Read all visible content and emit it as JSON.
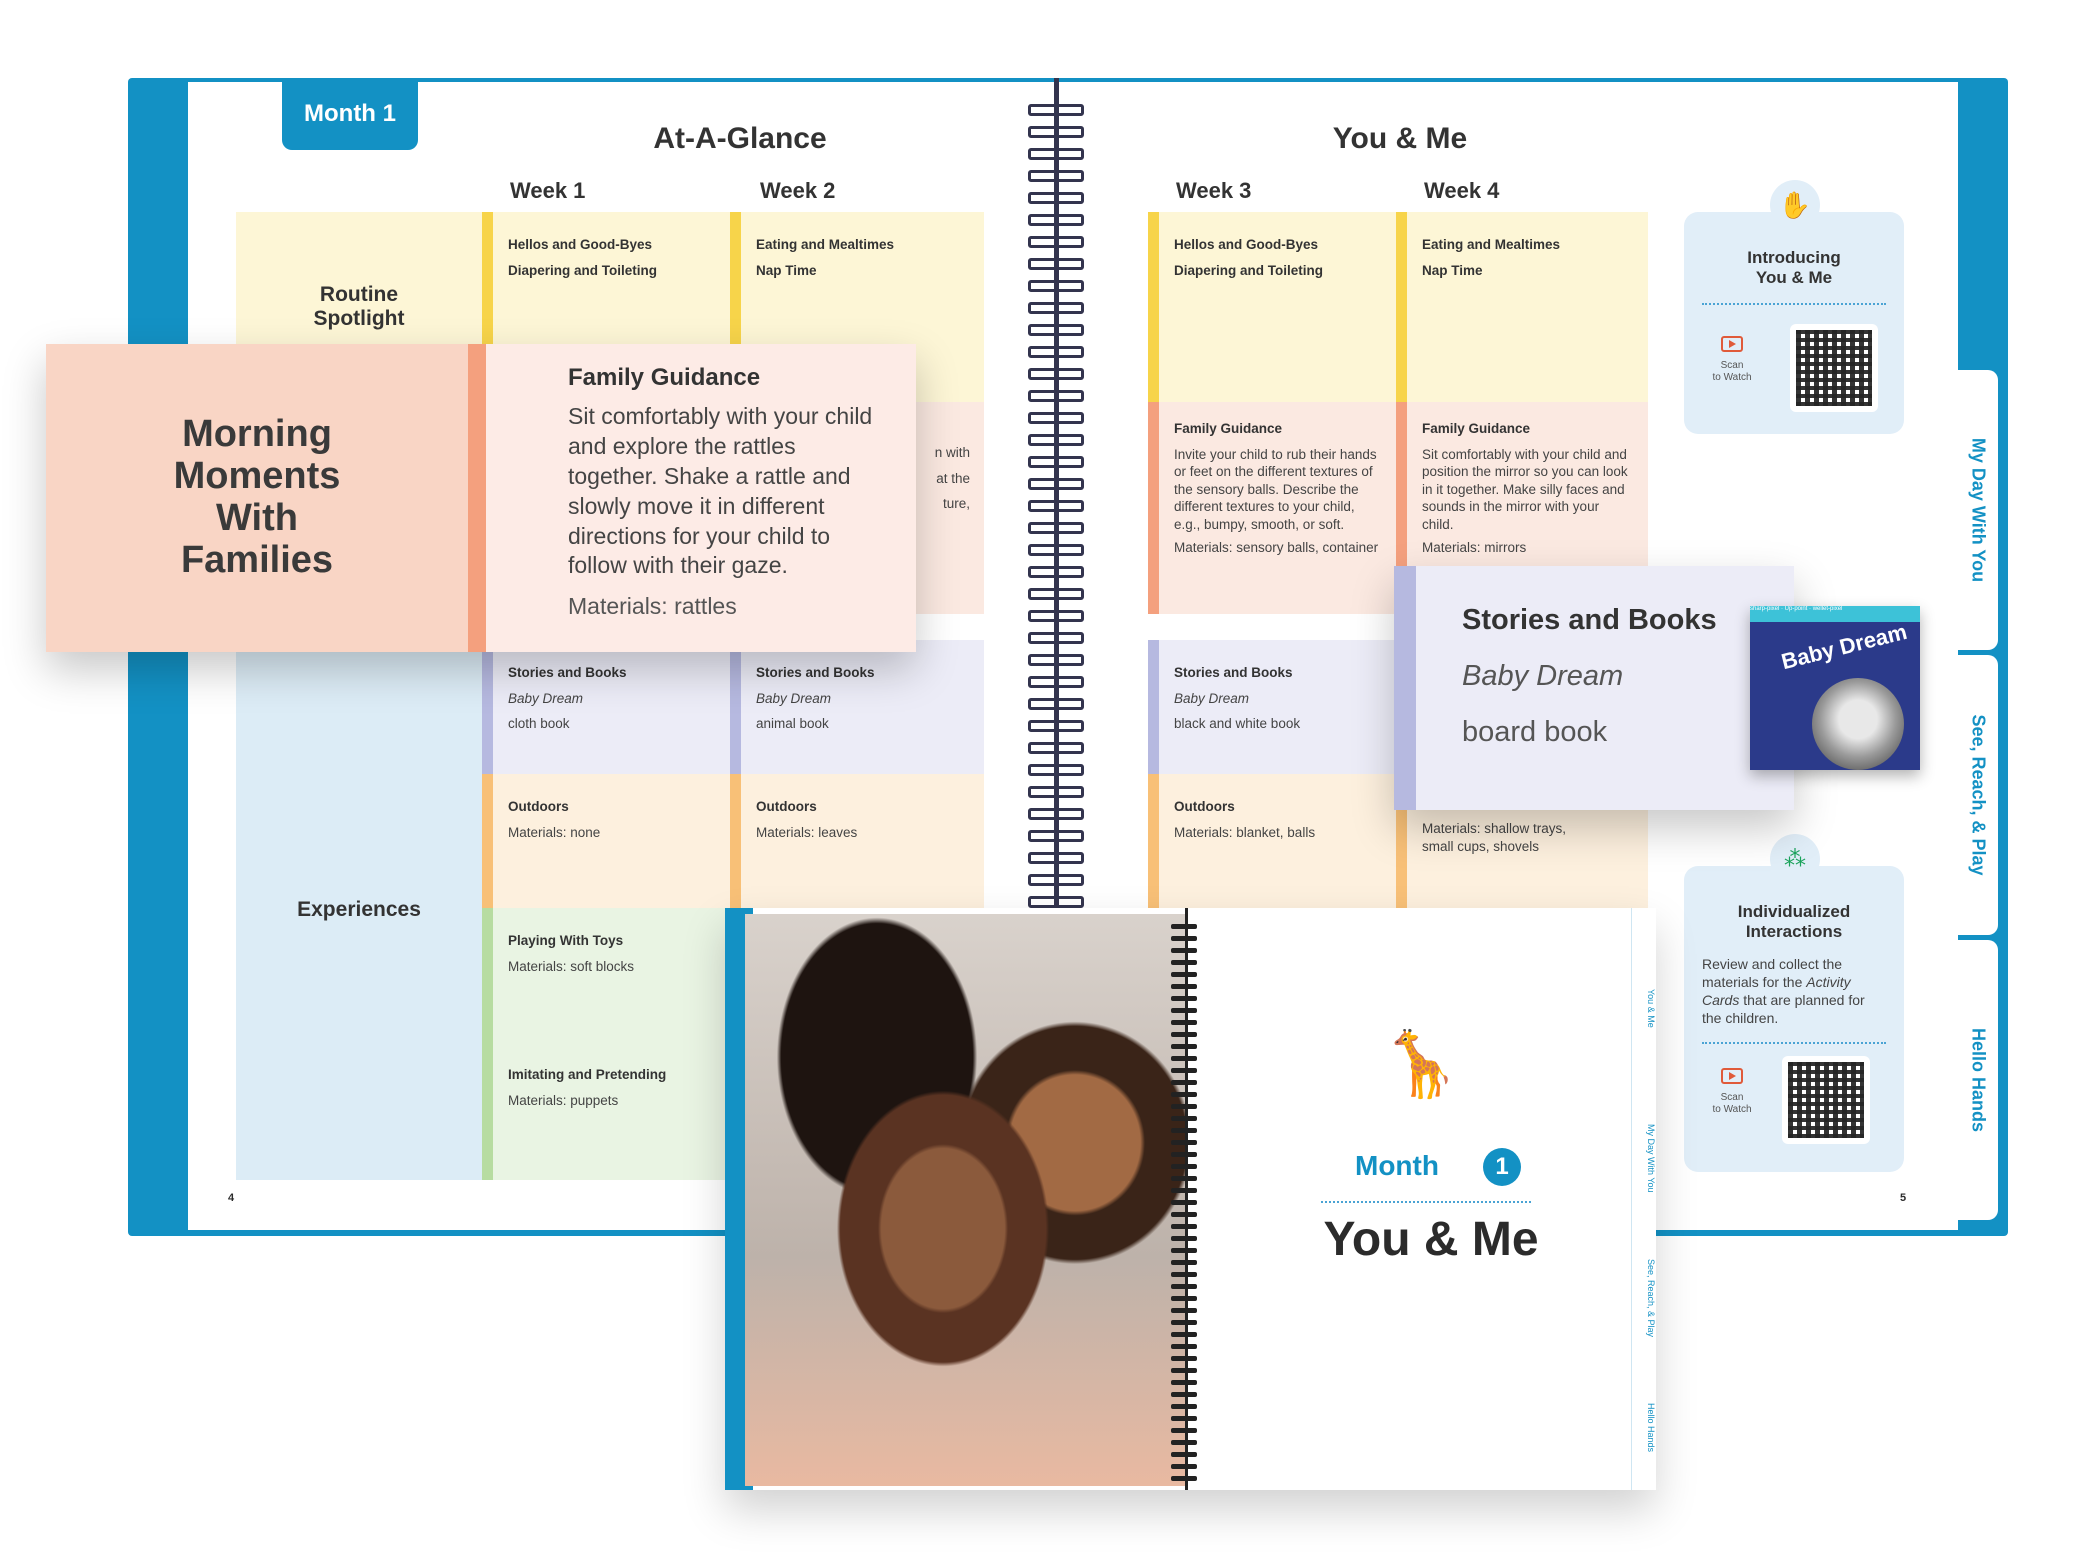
{
  "left_page": {
    "month_tab": "Month 1",
    "title": "At-A-Glance",
    "weeks": [
      "Week 1",
      "Week 2"
    ],
    "page_number": "4",
    "row_labels": {
      "routine": "Routine\nSpotlight",
      "experiences": "Experiences"
    },
    "routine": [
      {
        "lines": [
          "Hellos and Good-Byes",
          "Diapering and Toileting"
        ]
      },
      {
        "lines": [
          "Eating and Mealtimes",
          "Nap Time"
        ]
      }
    ],
    "family_guidance_fragment": "n with\nat the\nture,",
    "stories": [
      {
        "title": "Stories and Books",
        "book": "Baby Dream",
        "detail": "cloth book"
      },
      {
        "title": "Stories and Books",
        "book": "Baby Dream",
        "detail": "animal book"
      }
    ],
    "outdoors": [
      {
        "title": "Outdoors",
        "detail": "Materials: none"
      },
      {
        "title": "Outdoors",
        "detail": "Materials: leaves"
      }
    ],
    "toys": {
      "title": "Playing With Toys",
      "detail": "Materials: soft blocks"
    },
    "imitating": {
      "title": "Imitating and Pretending",
      "detail": "Materials: puppets"
    }
  },
  "right_page": {
    "title": "You & Me",
    "weeks": [
      "Week 3",
      "Week 4"
    ],
    "page_number": "5",
    "routine": [
      {
        "lines": [
          "Hellos and Good-Byes",
          "Diapering and Toileting"
        ]
      },
      {
        "lines": [
          "Eating and Mealtimes",
          "Nap Time"
        ]
      }
    ],
    "family_guidance": [
      {
        "title": "Family Guidance",
        "text": "Invite your child to rub their hands or feet on the different textures of the sensory balls. Describe the different textures to your child, e.g., bumpy, smooth, or soft.",
        "materials": "Materials: sensory balls, container"
      },
      {
        "title": "Family Guidance",
        "text": "Sit comfortably with your child and position the mirror so you can look in it together. Make silly faces and sounds in the mirror with your child.",
        "materials": "Materials: mirrors"
      }
    ],
    "stories": {
      "title": "Stories and Books",
      "book": "Baby Dream",
      "detail": "black and white book"
    },
    "outdoors": {
      "title": "Outdoors",
      "detail": "Materials: blanket, balls"
    },
    "week4_outdoors_detail": "Materials: shallow trays,\nsmall cups, shovels",
    "side_cards": [
      {
        "title": "Introducing\nYou & Me",
        "scan": "Scan\nto Watch"
      },
      {
        "title": "Individualized\nInteractions",
        "text_before": "Review and collect the materials for the ",
        "text_italic": "Activity Cards",
        "text_after": " that are planned for the children.",
        "scan": "Scan\nto Watch"
      }
    ],
    "side_tabs": [
      "My Day With You",
      "See, Reach, & Play",
      "Hello Hands"
    ]
  },
  "callout_left": {
    "label": "Morning\nMoments\nWith\nFamilies",
    "title": "Family Guidance",
    "text": "Sit comfortably with your child and explore the rattles together. Shake a rattle and slowly move it in different directions for your child to follow with their gaze.",
    "materials": "Materials: rattles"
  },
  "callout_right": {
    "title": "Stories and Books",
    "book": "Baby Dream",
    "detail": "board book",
    "cover_title": "Baby Dream",
    "cover_banner": "sharp-pixel · Up-point · wellet-pixel"
  },
  "book2": {
    "month_label": "Month",
    "month_number": "1",
    "title": "You & Me",
    "side_tabs": [
      "You & Me",
      "My Day With You",
      "See, Reach, & Play",
      "Hello Hands"
    ]
  },
  "colors": {
    "accent": "#1391c4",
    "yellow_bar": "#f7d44a",
    "peach_bar": "#f4a07e",
    "lavender_bar": "#b6b9e0",
    "orange_bar": "#f8c077",
    "green_bar": "#b7dca1"
  },
  "icons": [
    "wave-hand-icon",
    "play-video-icon",
    "qr-code-icon",
    "people-group-icon",
    "giraffe-toy-icon"
  ]
}
